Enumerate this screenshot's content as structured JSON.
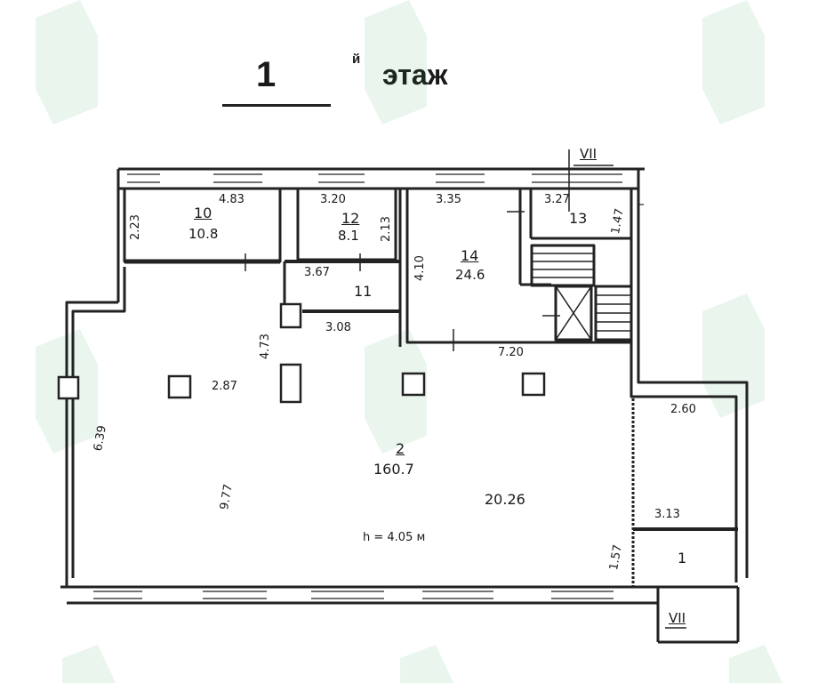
{
  "title": {
    "number": "1",
    "suffix": "й",
    "word": "этаж"
  },
  "section_marks": {
    "top": "VII",
    "bottom": "VII"
  },
  "rooms": [
    {
      "id": "room-10",
      "number": "10",
      "area": "10.8"
    },
    {
      "id": "room-12",
      "number": "12",
      "area": "8.1"
    },
    {
      "id": "room-13",
      "number": "13",
      "area": ""
    },
    {
      "id": "room-14",
      "number": "14",
      "area": "24.6"
    },
    {
      "id": "room-11",
      "number": "11",
      "area": ""
    },
    {
      "id": "room-2",
      "number": "2",
      "area": "160.7"
    },
    {
      "id": "room-1",
      "number": "1",
      "area": ""
    }
  ],
  "dimensions": {
    "d_4_83": "4.83",
    "d_2_23": "2.23",
    "d_3_20": "3.20",
    "d_2_13": "2.13",
    "d_3_35": "3.35",
    "d_3_27": "3.27",
    "d_1_47": "1.47",
    "d_4_10": "4.10",
    "d_3_67": "3.67",
    "d_4_73": "4.73",
    "d_3_08": "3.08",
    "d_7_20": "7.20",
    "d_2_87": "2.87",
    "d_6_39": "6.39",
    "d_9_77": "9.77",
    "d_20_26": "20.26",
    "d_2_60": "2.60",
    "d_3_13": "3.13",
    "d_1_57": "1.57"
  },
  "ceiling_height": "h = 4.05 м",
  "colors": {
    "ink": "#222222",
    "watermark": "#2e9e55",
    "paper": "#ffffff"
  }
}
